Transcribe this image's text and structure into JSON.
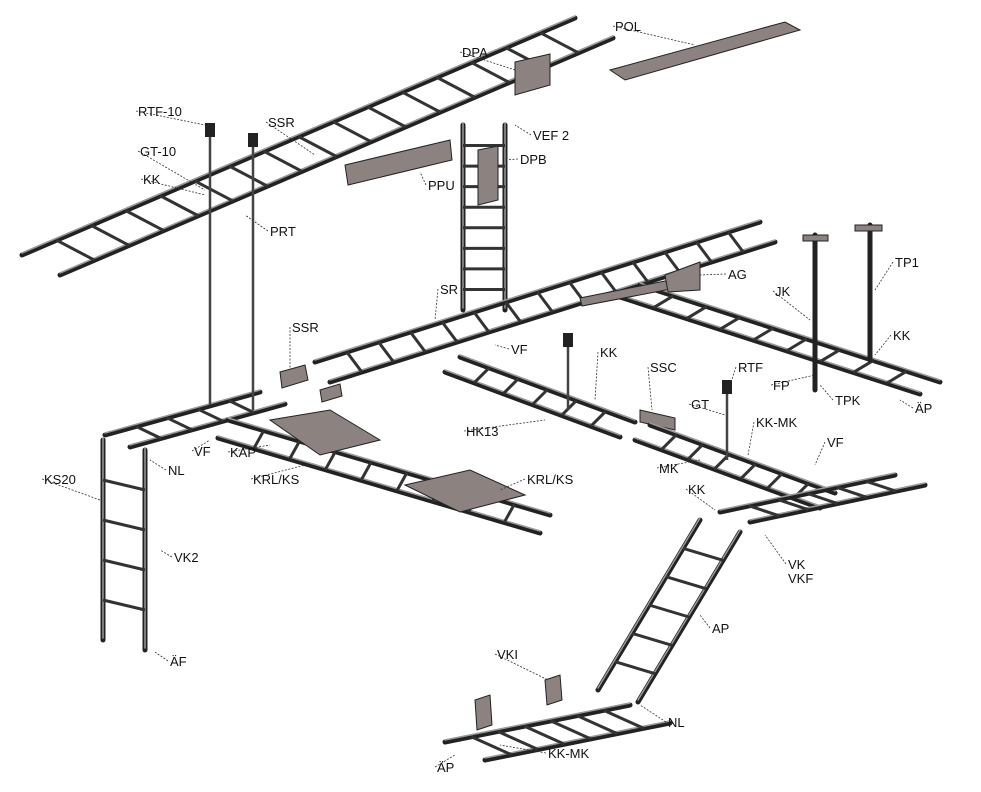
{
  "diagram": {
    "title": "Cable ladder system components",
    "labels": [
      "POL",
      "DPA",
      "RTF-10",
      "SSR",
      "VEF 2",
      "GT-10",
      "DPB",
      "KK",
      "PPU",
      "PRT",
      "AG",
      "TP1",
      "JK",
      "SR",
      "SSR",
      "KK",
      "VF",
      "KK",
      "SSC",
      "RTF",
      "FP",
      "GT",
      "TPK",
      "ÄP",
      "HK13",
      "KK-MK",
      "VF",
      "KAP",
      "NL",
      "VF",
      "MK",
      "KS20",
      "KRL/KS",
      "KRL/KS",
      "KK",
      "VK2",
      "VK",
      "VKF",
      "AP",
      "ÄF",
      "VKI",
      "NL",
      "KK-MK",
      "ÄP"
    ]
  }
}
